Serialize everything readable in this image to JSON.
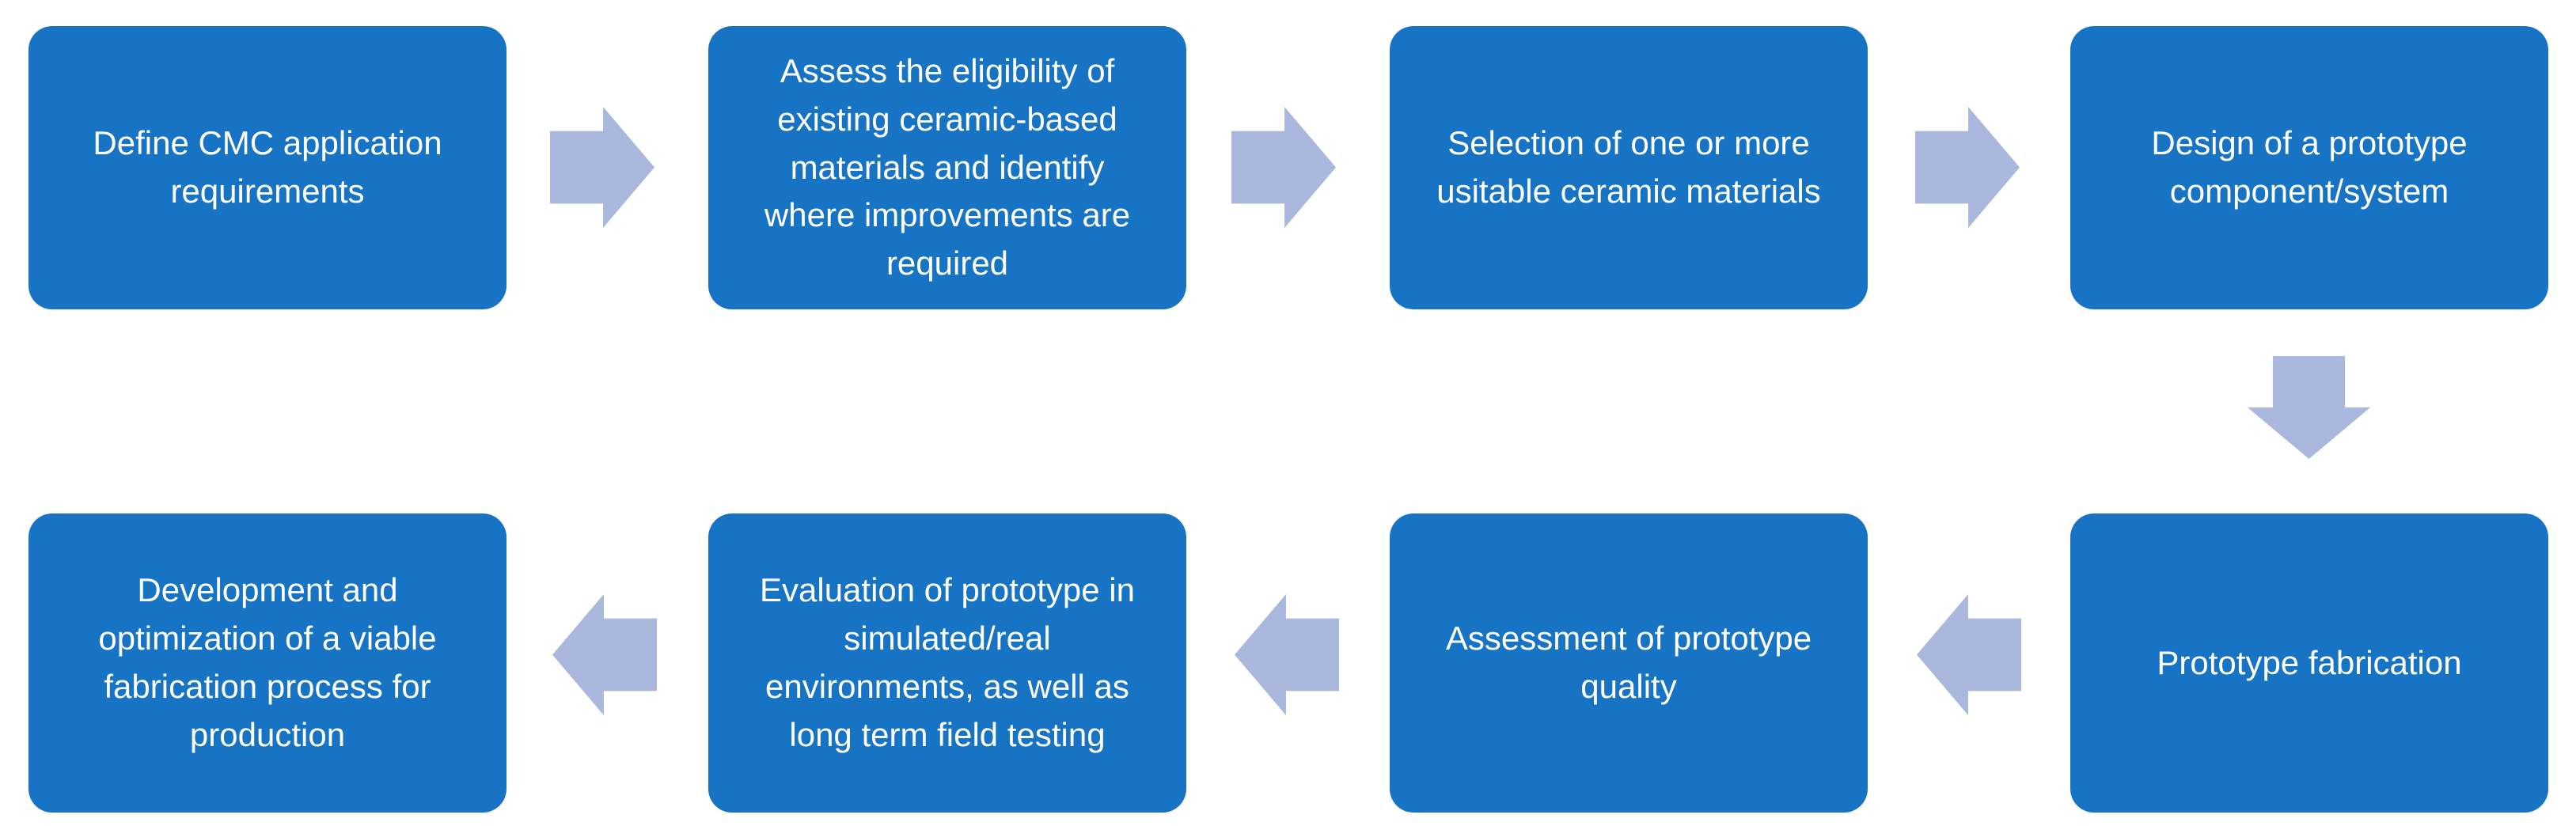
{
  "colors": {
    "background": "#FFFFFF",
    "box_fill": "#1773C4",
    "box_text": "#FFFFFF",
    "arrow_fill": "#A9B8DC"
  },
  "steps": [
    {
      "id": 1,
      "lines": [
        "Define CMC application",
        "requirements"
      ]
    },
    {
      "id": 2,
      "lines": [
        "Assess the eligibility of",
        "existing ceramic-based",
        "materials and identify",
        "where improvements are",
        "required"
      ]
    },
    {
      "id": 3,
      "lines": [
        "Selection of one or more",
        "usitable ceramic materials"
      ]
    },
    {
      "id": 4,
      "lines": [
        "Design of a prototype",
        "component/system"
      ]
    },
    {
      "id": 5,
      "lines": [
        "Prototype fabrication"
      ]
    },
    {
      "id": 6,
      "lines": [
        "Assessment of prototype",
        "quality"
      ]
    },
    {
      "id": 7,
      "lines": [
        "Evaluation of prototype in",
        "simulated/real",
        "environments, as well as",
        "long term field testing"
      ]
    },
    {
      "id": 8,
      "lines": [
        "Development and",
        "optimization of a viable",
        "fabrication process for",
        "production"
      ]
    }
  ],
  "connectors": [
    {
      "from": 1,
      "to": 2,
      "direction": "right"
    },
    {
      "from": 2,
      "to": 3,
      "direction": "right"
    },
    {
      "from": 3,
      "to": 4,
      "direction": "right"
    },
    {
      "from": 4,
      "to": 5,
      "direction": "down"
    },
    {
      "from": 5,
      "to": 6,
      "direction": "left"
    },
    {
      "from": 6,
      "to": 7,
      "direction": "left"
    },
    {
      "from": 7,
      "to": 8,
      "direction": "left"
    }
  ]
}
